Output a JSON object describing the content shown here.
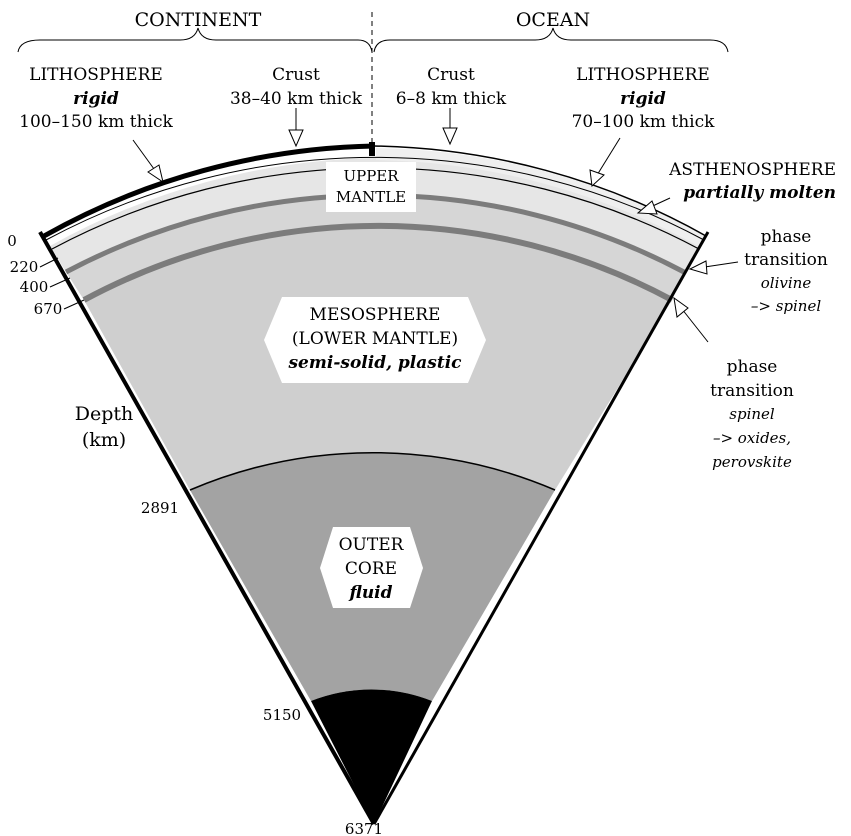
{
  "header": {
    "continent": "CONTINENT",
    "ocean": "OCEAN"
  },
  "continent": {
    "lithosphere": {
      "title": "LITHOSPHERE",
      "property": "rigid",
      "thickness": "100–150 km thick"
    },
    "crust": {
      "title": "Crust",
      "thickness": "38–40 km thick"
    }
  },
  "ocean": {
    "crust": {
      "title": "Crust",
      "thickness": "6–8 km thick"
    },
    "lithosphere": {
      "title": "LITHOSPHERE",
      "property": "rigid",
      "thickness": "70–100 km thick"
    }
  },
  "asthenosphere": {
    "title": "ASTHENOSPHERE",
    "property": "partially molten"
  },
  "upper_mantle": {
    "line1": "UPPER",
    "line2": "MANTLE"
  },
  "mesosphere": {
    "line1": "MESOSPHERE",
    "line2": "(LOWER MANTLE)",
    "property": "semi-solid, plastic"
  },
  "outer_core": {
    "line1": "OUTER",
    "line2": "CORE",
    "property": "fluid"
  },
  "phase_transition_1": {
    "line1": "phase",
    "line2": "transition",
    "line3": "olivine",
    "line4": "–> spinel"
  },
  "phase_transition_2": {
    "line1": "phase",
    "line2": "transition",
    "line3": "spinel",
    "line4": "–> oxides,",
    "line5": "perovskite"
  },
  "depth_axis": {
    "label_line1": "Depth",
    "label_line2": "(km)",
    "ticks": [
      "0",
      "220",
      "400",
      "670",
      "2891",
      "5150",
      "6371"
    ]
  },
  "colors": {
    "lower_mantle": "#cfcfcf",
    "outer_core": "#a3a3a3",
    "inner_core": "#000000",
    "upper_mantle_band": "#e6e6e6",
    "transition_line": "#7c7c7c"
  }
}
